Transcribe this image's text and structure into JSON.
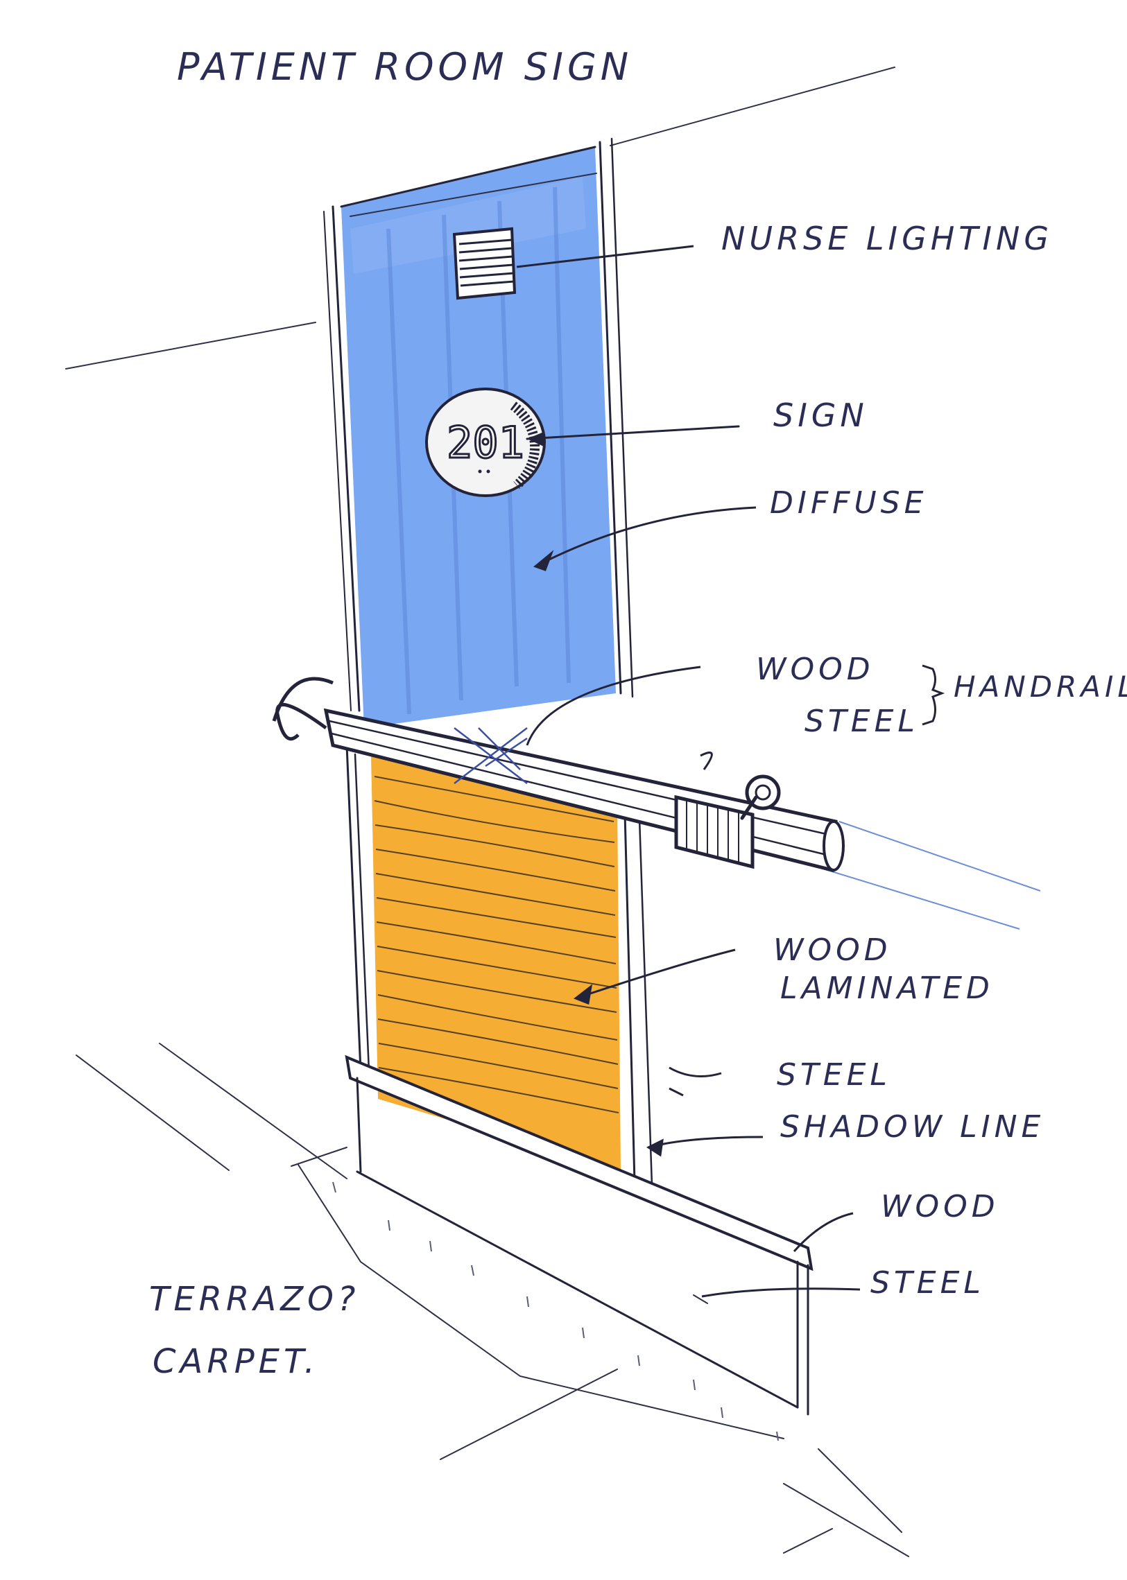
{
  "title": "PATIENT ROOM SIGN",
  "sign_number": "201",
  "labels": {
    "nurse_lighting": "NURSE LIGHTING",
    "sign": "SIGN",
    "diffuse": "DIFFUSE",
    "wood": "WOOD",
    "steel": "STEEL",
    "handrail": "HANDRAIL",
    "wood_laminated_1": "WOOD",
    "wood_laminated_2": "LAMINATED",
    "steel_lower": "STEEL",
    "shadow_line": "SHADOW LINE",
    "wood_base": "WOOD",
    "steel_base": "STEEL",
    "floor_1": "TERRAZO?",
    "floor_2": "CARPET."
  },
  "colors": {
    "ink": "#23243a",
    "blue_panel": "#6f9ff0",
    "wood_laminate": "#f5a623",
    "blue_shadow": "#6d8fd8"
  }
}
